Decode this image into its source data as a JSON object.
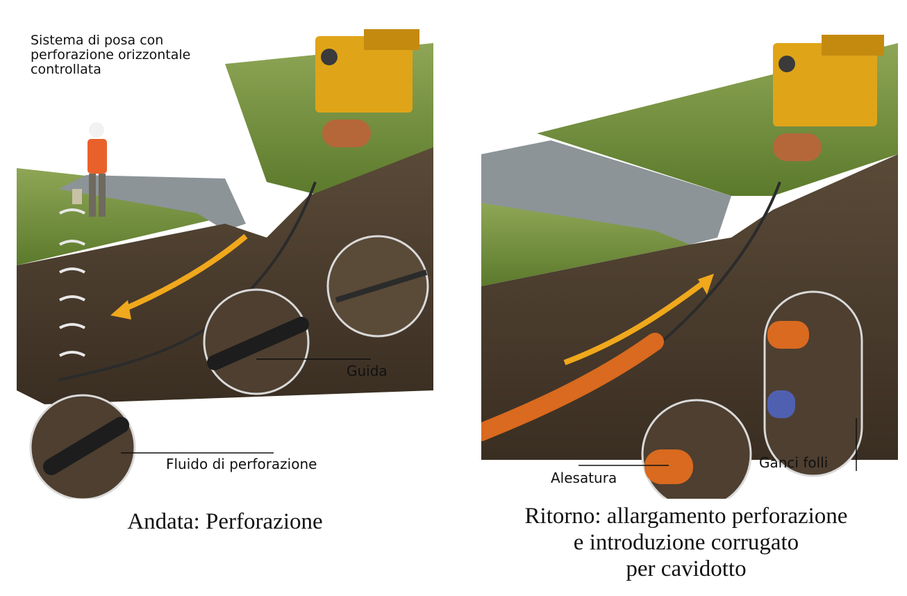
{
  "left_panel": {
    "title_lines": [
      "Sistema di posa con",
      "perforazione orizzontale",
      "controllata"
    ],
    "labels": {
      "guide": "Guida",
      "fluid": "Fluido di perforazione"
    },
    "caption": "Andata: Perforazione"
  },
  "right_panel": {
    "labels": {
      "reaming": "Alesatura",
      "swivels": "Ganci folli"
    },
    "caption_lines": [
      "Ritorno: allargamento perforazione",
      "e introduzione corrugato",
      "per cavidotto"
    ]
  },
  "colors": {
    "grass": "#6f8f3a",
    "soil": "#4a3b2d",
    "water": "#8a9297",
    "machine": "#e0a418",
    "arrow": "#f0a81c",
    "pipe": "#d96a1f"
  }
}
